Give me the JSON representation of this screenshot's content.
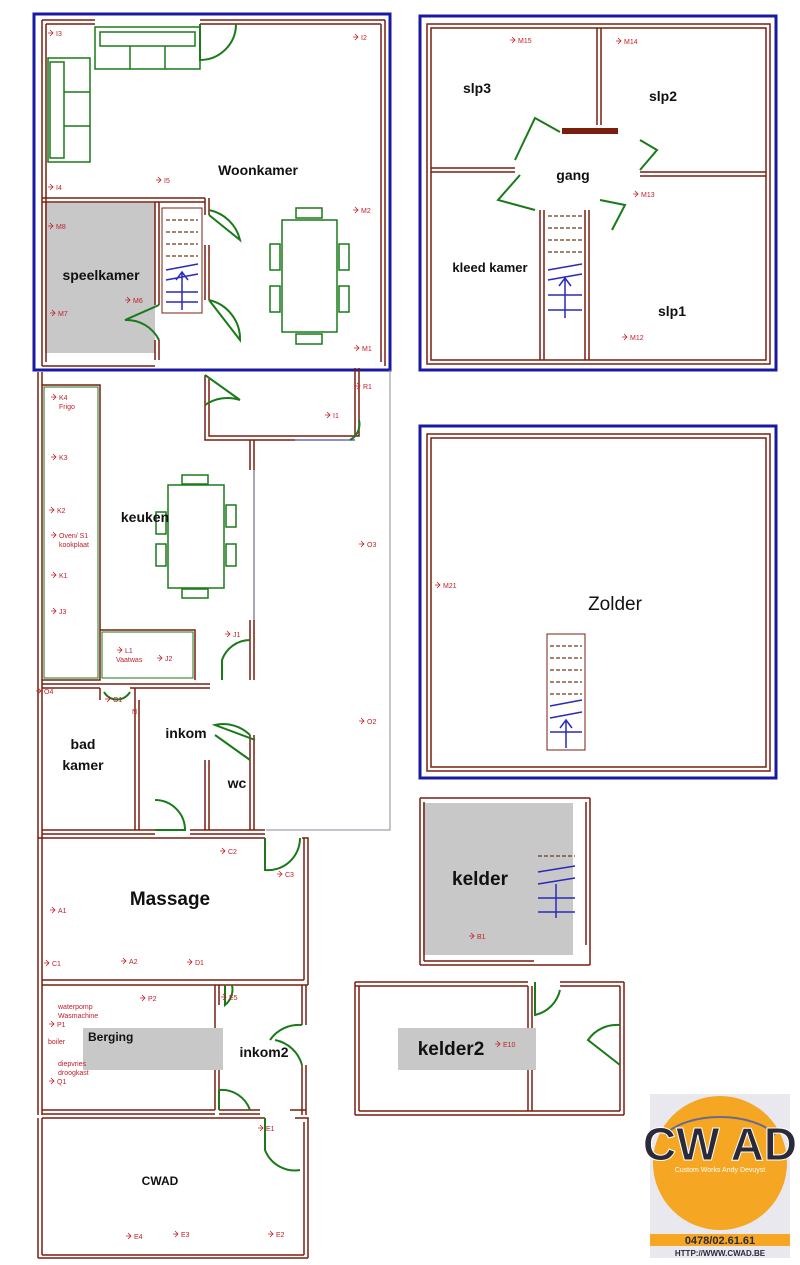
{
  "rooms": {
    "woonkamer": "Woonkamer",
    "speelkamer": "speelkamer",
    "keuken": "keuken",
    "inkom": "inkom",
    "bad_line1": "bad",
    "bad_line2": "kamer",
    "wc": "wc",
    "massage": "Massage",
    "berging": "Berging",
    "inkom2": "inkom2",
    "cwad_room": "CWAD",
    "slp3": "slp3",
    "slp2": "slp2",
    "slp1": "slp1",
    "gang": "gang",
    "kleed_kamer": "kleed kamer",
    "zolder": "Zolder",
    "kelder": "kelder",
    "kelder2": "kelder2"
  },
  "sockets": {
    "I3": "I3",
    "I2": "I2",
    "I4": "I4",
    "I5": "I5",
    "M2": "M2",
    "M8": "M8",
    "M6": "M6",
    "M7": "M7",
    "M1": "M1",
    "R1": "R1",
    "I1": "I1",
    "K4": "K4",
    "frigo": "Frigo",
    "K3": "K3",
    "K2": "K2",
    "oven": "Oven/ S1",
    "kookplaat": "kookplaat",
    "K1": "K1",
    "J3": "J3",
    "L1": "L1",
    "vaatwas": "Vaatwas",
    "J2": "J2",
    "J1": "J1",
    "O3": "O3",
    "O4": "O4",
    "O1": "O1",
    "N": "N",
    "O2": "O2",
    "C2": "C2",
    "C3": "C3",
    "A1": "A1",
    "C1": "C1",
    "A2": "A2",
    "D1": "D1",
    "P2": "P2",
    "E5": "E5",
    "waterpomp": "waterpomp",
    "wasmachine": "Wasmachine",
    "P1": "P1",
    "boiler": "boiler",
    "diepvries": "diepvries",
    "droogkast": "droogkast",
    "Q1": "Q1",
    "E1": "E1",
    "E4": "E4",
    "E3": "E3",
    "E2": "E2",
    "M15": "M15",
    "M14": "M14",
    "M13": "M13",
    "M12": "M12",
    "M21": "M21",
    "B1": "B1",
    "E10": "E10"
  },
  "logo": {
    "letters": "CW AD",
    "tagline": "Custom Works Andy Devuyst",
    "phone": "0478/02.61.61",
    "url": "HTTP://WWW.CWAD.BE",
    "circle_color": "#f5a623",
    "panel_color": "#e8e8ee"
  },
  "colors": {
    "wall": "#7a1f10",
    "outline": "#1a1aa0",
    "door": "#1a7a1a",
    "socket": "#c0202a",
    "shaded": "#c8c8c8"
  }
}
